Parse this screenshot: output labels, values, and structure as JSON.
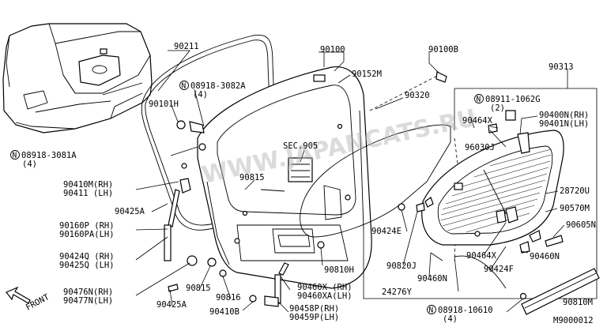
{
  "diagram": {
    "watermark": "WWW.JAPANCATS.RU",
    "front_label": "FRONT",
    "sec_ref": "SEC.905",
    "diagram_id": "M9000012",
    "labels": {
      "p90211": "90211",
      "p90100": "90100",
      "p90100b": "90100B",
      "p90313": "90313",
      "p90152m": "90152M",
      "p90320": "90320",
      "p90101h": "90101H",
      "n08918_3082a": "08918-3082A",
      "n08918_3082a_qty": "(4)",
      "n08918_3081a": "08918-3081A",
      "n08918_3081a_qty": "(4)",
      "p90410m": "90410M(RH)",
      "p90411": "90411  (LH)",
      "p90425a_1": "90425A",
      "p90160p": "90160P  (RH)",
      "p90160pa": "90160PA(LH)",
      "p90424q": "90424Q (RH)",
      "p90425q": "90425Q (LH)",
      "p90476n": "90476N(RH)",
      "p90477n": "90477N(LH)",
      "p90425a_2": "90425A",
      "p90815_1": "90815",
      "p90815_2": "90815",
      "p90816": "90816",
      "p90410b": "90410B",
      "p90810h": "90810H",
      "p90460x": "90460X  (RH)",
      "p90460xa": "90460XA(LH)",
      "p90458p": "90458P(RH)",
      "p90459p": "90459P(LH)",
      "n08911_1062g": "08911-1062G",
      "n08911_1062g_qty": "(2)",
      "p90464x_1": "90464X",
      "p90400n": "90400N(RH)",
      "p90401n": "90401N(LH)",
      "p96030j": "96030J",
      "p28720u": "28720U",
      "p90570m": "90570M",
      "p90605n": "90605N",
      "p90424e": "90424E",
      "p90820j": "90820J",
      "p90464x_2": "90464X",
      "p90460n_1": "90460N",
      "p90424f": "90424F",
      "p90460n_2": "90460N",
      "p24276y": "24276Y",
      "n08918_10610": "08918-10610",
      "n08918_10610_qty": "(4)",
      "p90810m": "90810M"
    }
  }
}
